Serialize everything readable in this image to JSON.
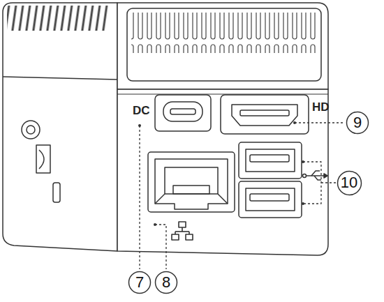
{
  "diagram": {
    "nodes": [
      {
        "text": [
          "9"
        ]
      },
      {
        "text": [
          "10"
        ]
      },
      {
        "text": [
          "7"
        ]
      },
      {
        "text": [
          "8"
        ]
      }
    ],
    "labels": [
      "DC",
      "HD"
    ]
  }
}
